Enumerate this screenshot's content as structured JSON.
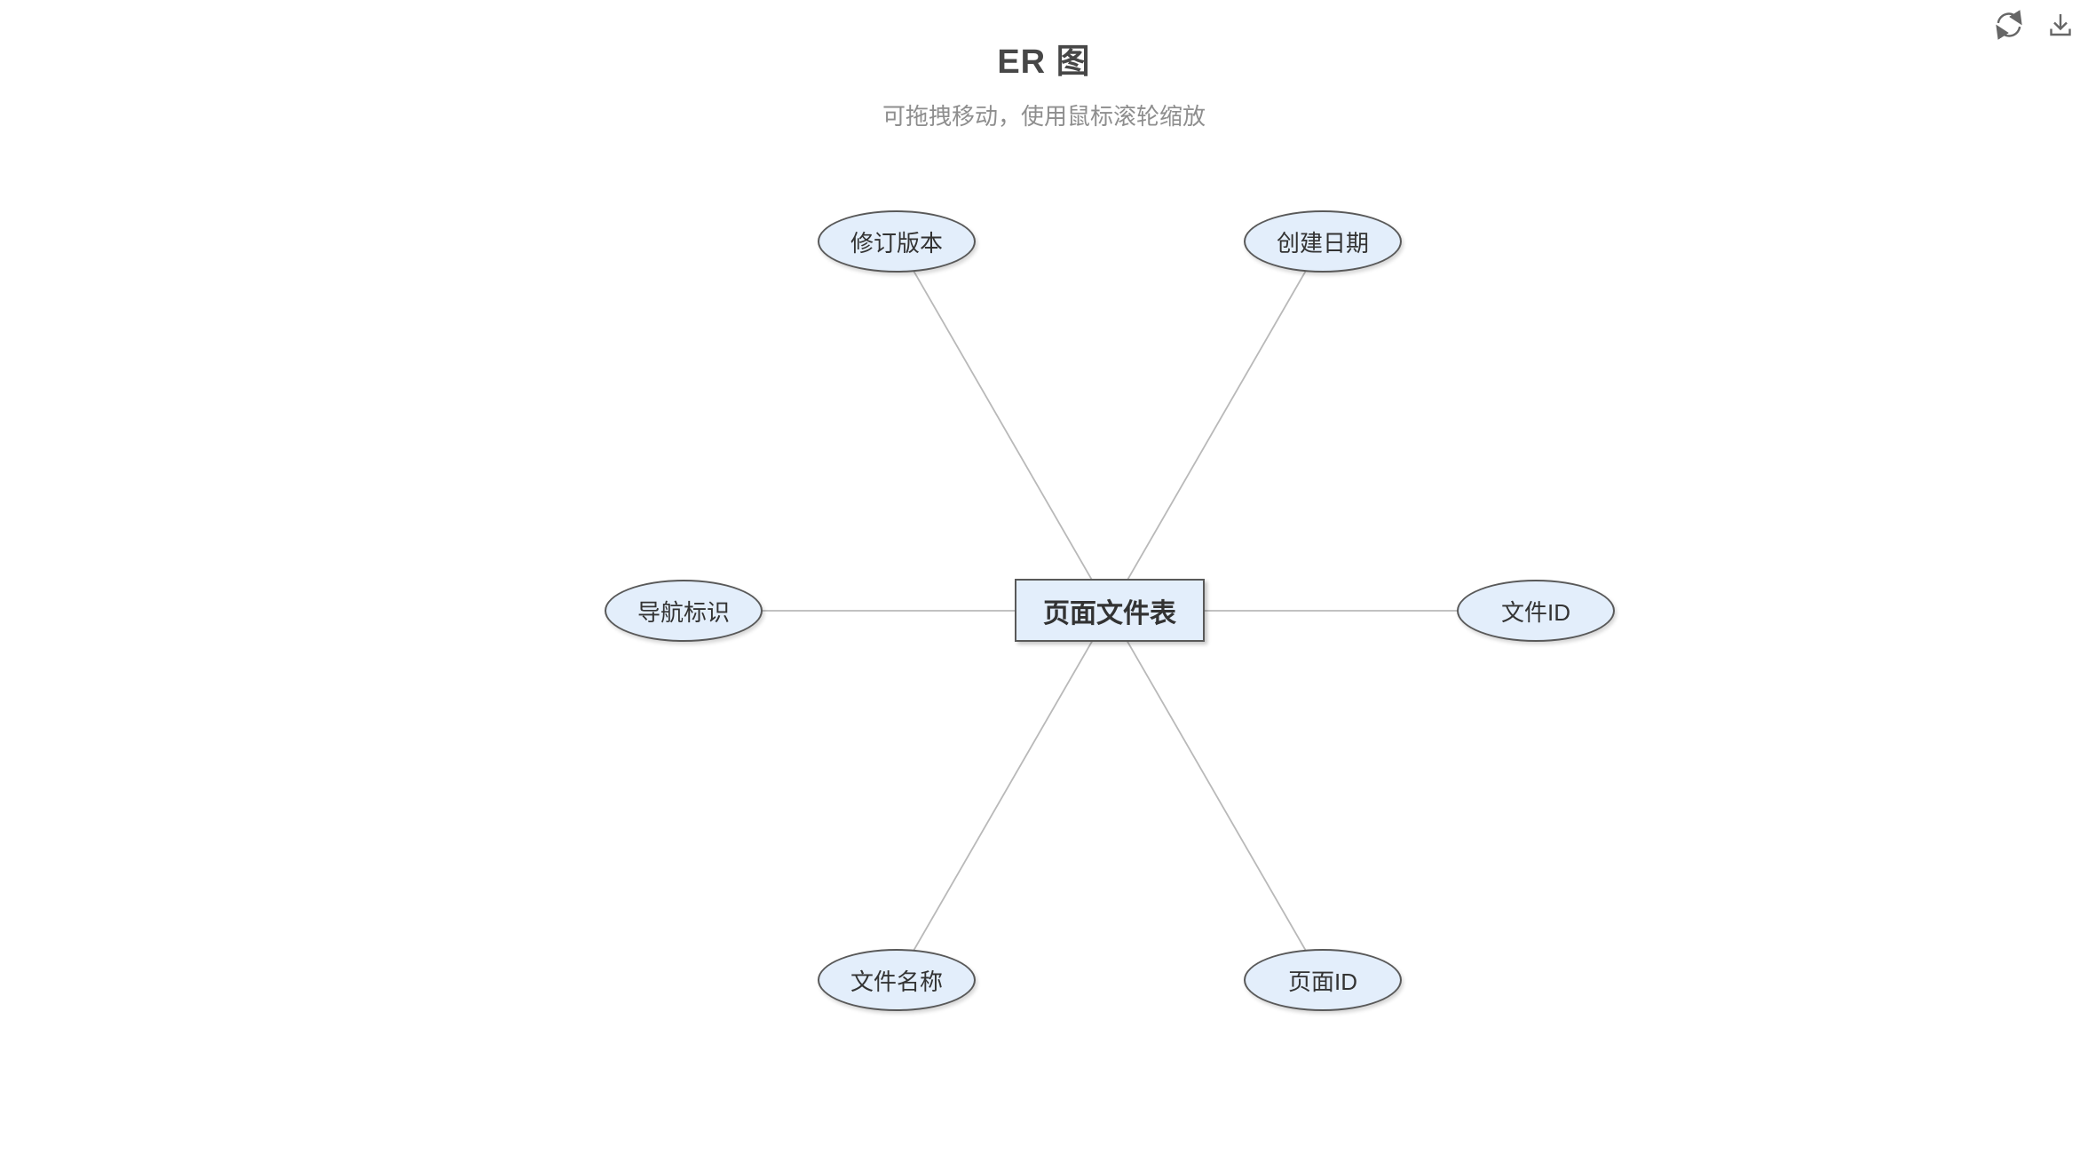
{
  "header": {
    "title": "ER 图",
    "subtitle": "可拖拽移动，使用鼠标滚轮缩放"
  },
  "toolbar": {
    "icons": [
      {
        "name": "refresh-icon"
      },
      {
        "name": "download-icon"
      }
    ]
  },
  "colors": {
    "node_fill": "#e3eefb",
    "node_border": "#595959",
    "edge_line": "#b9b9b9",
    "icon": "#666666",
    "title_text": "#474747",
    "subtitle_text": "#8e8e8e",
    "node_text": "#333333"
  },
  "diagram": {
    "type": "er-graph",
    "entity": {
      "label": "页面文件表",
      "shape": "rectangle"
    },
    "attributes": [
      {
        "label": "修订版本",
        "shape": "ellipse",
        "position": "top-left"
      },
      {
        "label": "创建日期",
        "shape": "ellipse",
        "position": "top-right"
      },
      {
        "label": "导航标识",
        "shape": "ellipse",
        "position": "left"
      },
      {
        "label": "文件ID",
        "shape": "ellipse",
        "position": "right"
      },
      {
        "label": "文件名称",
        "shape": "ellipse",
        "position": "bottom-left"
      },
      {
        "label": "页面ID",
        "shape": "ellipse",
        "position": "bottom-right"
      }
    ],
    "edges": [
      [
        "页面文件表",
        "修订版本"
      ],
      [
        "页面文件表",
        "创建日期"
      ],
      [
        "页面文件表",
        "导航标识"
      ],
      [
        "页面文件表",
        "文件ID"
      ],
      [
        "页面文件表",
        "文件名称"
      ],
      [
        "页面文件表",
        "页面ID"
      ]
    ]
  }
}
